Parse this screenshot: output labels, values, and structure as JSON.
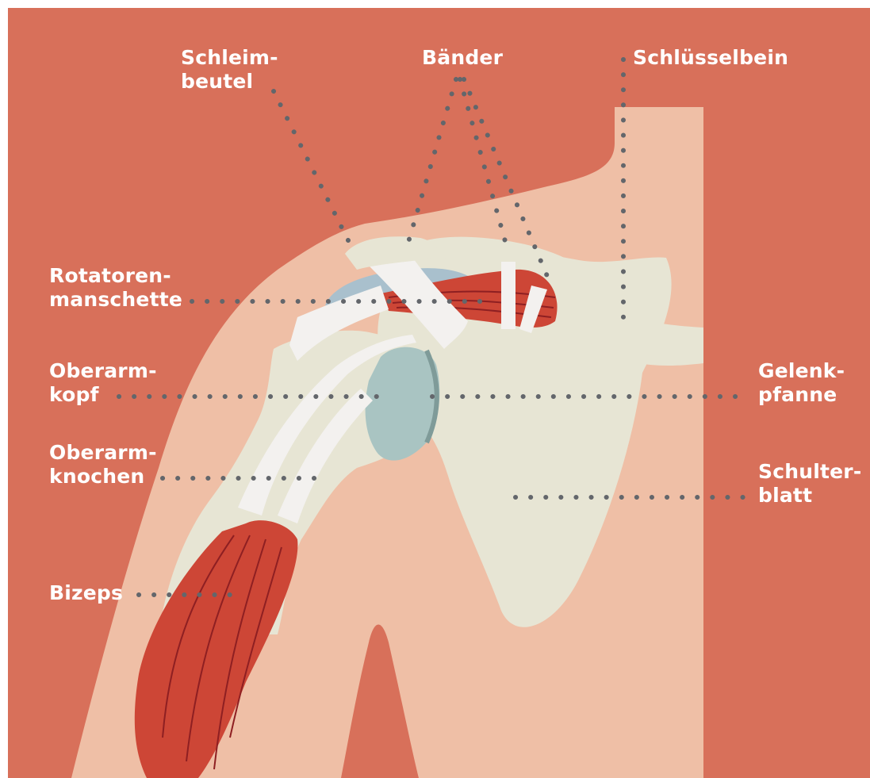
{
  "labels": {
    "schleimbeutel": "Schleim-\nbeutel",
    "baender": "Bänder",
    "schluesselbein": "Schlüsselbein",
    "rotatorenmanschette": "Rotatoren-\nmanschette",
    "oberarmkopf": "Oberarm-\nkopf",
    "gelenkpfanne": "Gelenk-\npfanne",
    "oberarmknochen": "Oberarm-\nknochen",
    "schulterblatt": "Schulter-\nblatt",
    "bizeps": "Bizeps"
  },
  "colors": {
    "background": "#d8705a",
    "skin": "#efbfa6",
    "bone": "#e7e5d4",
    "ligament": "#f3f1ef",
    "muscle": "#cd4636",
    "muscle_line": "#8e1f22",
    "bursa": "#a9c0cd",
    "humeral_head": "#a9c4c2",
    "dot": "#63666b"
  }
}
